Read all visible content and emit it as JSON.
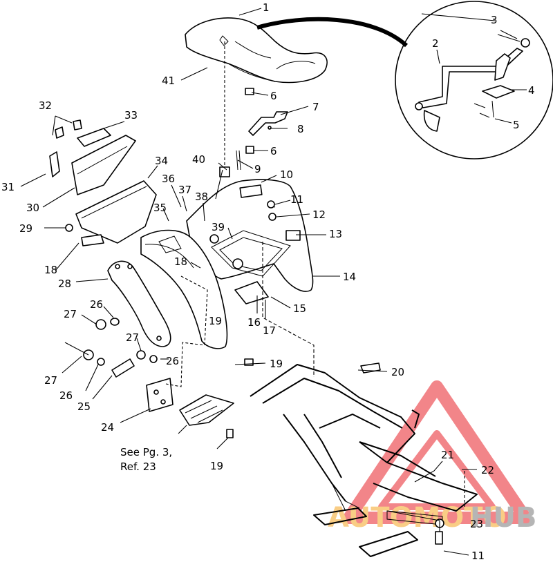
{
  "callouts": [
    {
      "id": "c1",
      "text": "1"
    },
    {
      "id": "c2",
      "text": "2"
    },
    {
      "id": "c3",
      "text": "3"
    },
    {
      "id": "c4",
      "text": "4"
    },
    {
      "id": "c5",
      "text": "5"
    },
    {
      "id": "c6a",
      "text": "6"
    },
    {
      "id": "c6b",
      "text": "6"
    },
    {
      "id": "c7",
      "text": "7"
    },
    {
      "id": "c8",
      "text": "8"
    },
    {
      "id": "c9",
      "text": "9"
    },
    {
      "id": "c10",
      "text": "10"
    },
    {
      "id": "c11a",
      "text": "11"
    },
    {
      "id": "c11b",
      "text": "11"
    },
    {
      "id": "c12",
      "text": "12"
    },
    {
      "id": "c13",
      "text": "13"
    },
    {
      "id": "c14",
      "text": "14"
    },
    {
      "id": "c15",
      "text": "15"
    },
    {
      "id": "c16",
      "text": "16"
    },
    {
      "id": "c17",
      "text": "17"
    },
    {
      "id": "c18a",
      "text": "18"
    },
    {
      "id": "c18b",
      "text": "18"
    },
    {
      "id": "c19a",
      "text": "19"
    },
    {
      "id": "c19b",
      "text": "19"
    },
    {
      "id": "c19c",
      "text": "19"
    },
    {
      "id": "c20",
      "text": "20"
    },
    {
      "id": "c21",
      "text": "21"
    },
    {
      "id": "c22",
      "text": "22"
    },
    {
      "id": "c23",
      "text": "23"
    },
    {
      "id": "c24",
      "text": "24"
    },
    {
      "id": "c25",
      "text": "25"
    },
    {
      "id": "c26a",
      "text": "26"
    },
    {
      "id": "c26b",
      "text": "26"
    },
    {
      "id": "c26c",
      "text": "26"
    },
    {
      "id": "c27a",
      "text": "27"
    },
    {
      "id": "c27b",
      "text": "27"
    },
    {
      "id": "c27c",
      "text": "27"
    },
    {
      "id": "c28",
      "text": "28"
    },
    {
      "id": "c29",
      "text": "29"
    },
    {
      "id": "c30",
      "text": "30"
    },
    {
      "id": "c31",
      "text": "31"
    },
    {
      "id": "c32",
      "text": "32"
    },
    {
      "id": "c33",
      "text": "33"
    },
    {
      "id": "c34",
      "text": "34"
    },
    {
      "id": "c35",
      "text": "35"
    },
    {
      "id": "c36",
      "text": "36"
    },
    {
      "id": "c37",
      "text": "37"
    },
    {
      "id": "c38",
      "text": "38"
    },
    {
      "id": "c39",
      "text": "39"
    },
    {
      "id": "c40",
      "text": "40"
    },
    {
      "id": "c41",
      "text": "41"
    }
  ],
  "note": {
    "line1": "See Pg. 3,",
    "line2": "Ref. 23"
  },
  "watermark": {
    "part1": "AUTOMOTO",
    "part2": "HUB",
    "color_primary": "#e8232a",
    "color_secondary": "#f5a623",
    "color_hub": "#7a7a7a"
  }
}
